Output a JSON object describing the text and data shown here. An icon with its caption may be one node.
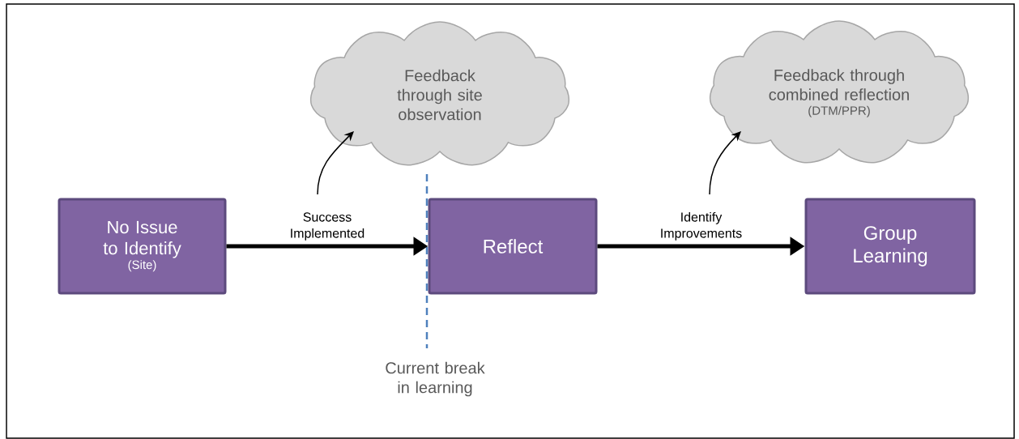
{
  "diagram": {
    "nodes": [
      {
        "text": [
          "No Issue to Identify",
          "(Site)"
        ]
      },
      {
        "text": [
          "Reflect"
        ]
      },
      {
        "text": [
          "Group Learning"
        ]
      },
      {
        "text": [
          "Feedback through site observation"
        ]
      },
      {
        "text": [
          "Feedback through combined reflection",
          "(DTM/PPR)"
        ]
      }
    ],
    "edges": [
      {
        "from": 0,
        "to": 1,
        "arrow": "to",
        "label": "Success Implemented",
        "style": "thick"
      },
      {
        "from": 1,
        "to": 2,
        "arrow": "to",
        "label": "Identify Improvements",
        "style": "thick"
      },
      {
        "from": null,
        "to": 3,
        "arrow": "to"
      },
      {
        "from": null,
        "to": 4,
        "arrow": "to"
      }
    ],
    "labels": [
      "Current break in learning"
    ]
  }
}
